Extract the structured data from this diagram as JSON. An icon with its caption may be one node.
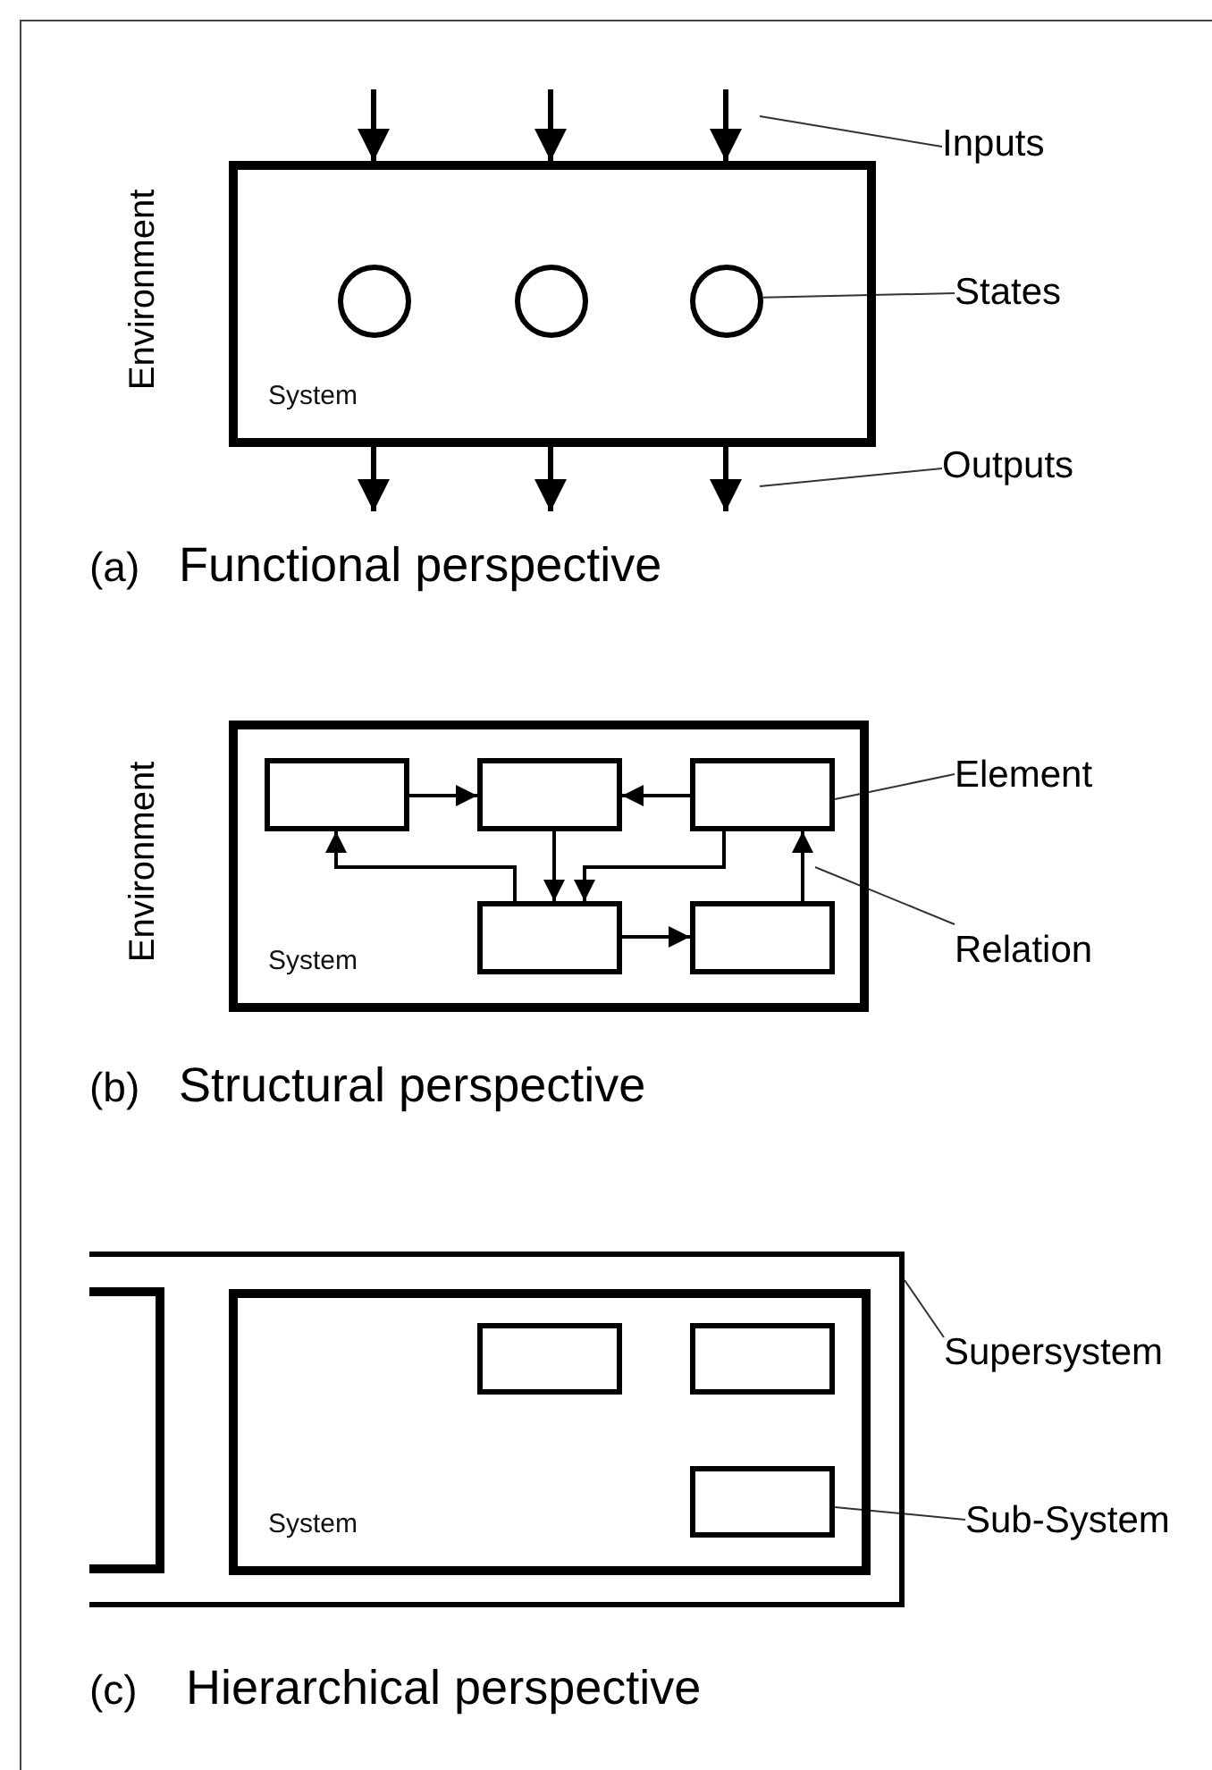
{
  "diagram": {
    "nodes": [
      {
        "text": [
          "System"
        ]
      },
      {
        "text": [],
        "shape": "circle",
        "in": 0
      },
      {
        "text": [],
        "shape": "circle",
        "in": 0
      },
      {
        "text": [],
        "shape": "circle",
        "in": 0
      },
      {
        "text": [
          "Inputs"
        ]
      },
      {
        "text": [
          "States"
        ]
      },
      {
        "text": [
          "Outputs"
        ]
      },
      {
        "text": [
          "System"
        ]
      },
      {
        "text": [],
        "shape": "box",
        "in": 7
      },
      {
        "text": [],
        "shape": "box",
        "in": 7
      },
      {
        "text": [],
        "shape": "box",
        "in": 7
      },
      {
        "text": [],
        "shape": "box",
        "in": 7
      },
      {
        "text": [],
        "shape": "box",
        "in": 7
      },
      {
        "text": [
          "Element"
        ]
      },
      {
        "text": [
          "Relation"
        ]
      },
      {
        "text": [],
        "shape": "box"
      },
      {
        "text": [],
        "shape": "box",
        "in": 15
      },
      {
        "text": [
          "System"
        ],
        "in": 15
      },
      {
        "text": [],
        "shape": "box",
        "in": 17
      },
      {
        "text": [],
        "shape": "box",
        "in": 17
      },
      {
        "text": [],
        "shape": "box",
        "in": 17
      },
      {
        "text": [
          "Supersystem"
        ]
      },
      {
        "text": [
          "Sub-System"
        ]
      }
    ],
    "edges": [
      {
        "from": null,
        "to": 0,
        "arrow": "to"
      },
      {
        "from": null,
        "to": 0,
        "arrow": "to"
      },
      {
        "from": null,
        "to": 0,
        "arrow": "to"
      },
      {
        "from": 0,
        "to": null,
        "arrow": "to"
      },
      {
        "from": 0,
        "to": null,
        "arrow": "to"
      },
      {
        "from": 0,
        "to": null,
        "arrow": "to"
      },
      {
        "from": 4,
        "to": null,
        "arrow": "none"
      },
      {
        "from": 5,
        "to": 3,
        "arrow": "none"
      },
      {
        "from": 6,
        "to": null,
        "arrow": "none"
      },
      {
        "from": 8,
        "to": 9,
        "arrow": "to"
      },
      {
        "from": 10,
        "to": 9,
        "arrow": "to"
      },
      {
        "from": 9,
        "to": 11,
        "arrow": "to"
      },
      {
        "from": 10,
        "to": 11,
        "arrow": "to"
      },
      {
        "from": 11,
        "to": 8,
        "arrow": "to"
      },
      {
        "from": 11,
        "to": 12,
        "arrow": "to"
      },
      {
        "from": 12,
        "to": 10,
        "arrow": "to"
      },
      {
        "from": 13,
        "to": 10,
        "arrow": "none"
      },
      {
        "from": 14,
        "to": null,
        "arrow": "none"
      },
      {
        "from": 21,
        "to": 15,
        "arrow": "none"
      },
      {
        "from": 22,
        "to": 20,
        "arrow": "none"
      }
    ],
    "labels": [
      "Environment",
      "(a)",
      "Functional perspective",
      "Environment",
      "(b)",
      "Structural perspective",
      "(c)",
      "Hierarchical perspective"
    ]
  }
}
